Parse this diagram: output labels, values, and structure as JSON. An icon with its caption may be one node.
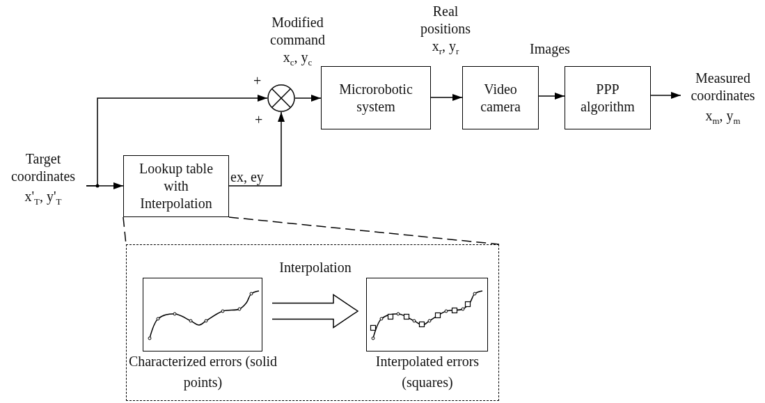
{
  "diagram": {
    "nodes": [
      {
        "text": [
          "Target coordinates",
          "x'$_{T}$, y'$_{T}$"
        ]
      },
      {
        "text": [
          "Lookup table with Interpolation"
        ]
      },
      {
        "text": [],
        "shape": "circle"
      },
      {
        "text": [
          "Microrobotic system"
        ]
      },
      {
        "text": [
          "Video camera"
        ]
      },
      {
        "text": [
          "PPP algorithm"
        ]
      },
      {
        "text": [
          "Measured coordinates",
          "x$_{m}$, y$_{m}$"
        ]
      },
      {
        "text": [],
        "shape": "box"
      },
      {
        "text": [],
        "shape": "picture",
        "in": 7,
        "beside": [
          "Characterized errors (solid points)"
        ]
      },
      {
        "text": [],
        "shape": "picture",
        "in": 7,
        "beside": [
          "Interpolated errors (squares)"
        ]
      }
    ],
    "edges": [
      {
        "from": 0,
        "to": 1,
        "arrow": "to"
      },
      {
        "from": 0,
        "to": 2,
        "arrow": "to"
      },
      {
        "from": 1,
        "to": 2,
        "arrow": "to",
        "label": "ex, ey"
      },
      {
        "from": 2,
        "to": 3,
        "arrow": "to",
        "label": "Modified command x$_{c}$, y$_{c}$"
      },
      {
        "from": 3,
        "to": 4,
        "arrow": "to",
        "label": "Real positions x$_{r}$, y$_{r}$"
      },
      {
        "from": 4,
        "to": 5,
        "arrow": "to",
        "label": "Images"
      },
      {
        "from": 5,
        "to": 6,
        "arrow": "to"
      },
      {
        "from": 1,
        "to": 7,
        "arrow": "none",
        "style": "dashed"
      },
      {
        "from": 1,
        "to": 7,
        "arrow": "none",
        "style": "dashed"
      },
      {
        "from": 8,
        "to": 9,
        "arrow": "to",
        "style": "thick",
        "label": "Interpolation"
      }
    ],
    "labels": [
      "+",
      "+"
    ]
  }
}
